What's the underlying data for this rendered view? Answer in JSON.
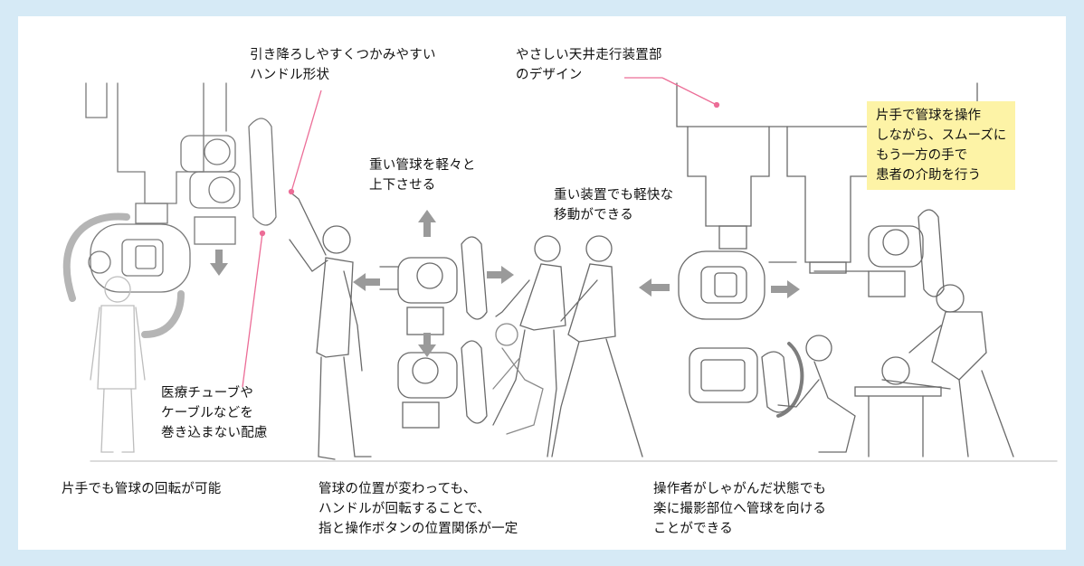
{
  "labels": {
    "handle_shape": "引き降ろしやすくつかみやすい\nハンドル形状",
    "ceiling_design": "やさしい天井走行装置部\nのデザイン",
    "heavy_tube": "重い管球を軽々と\n上下させる",
    "light_move": "重い装置でも軽快な\n移動ができる",
    "one_hand_note": "片手で管球を操作\nしながら、スムーズに\nもう一方の手で\n患者の介助を行う",
    "cable_care": "医療チューブや\nケーブルなどを\n巻き込まない配慮",
    "one_hand_rotate": "片手でも管球の回転が可能",
    "handle_rotate": "管球の位置が変わっても、\nハンドルが回転することで、\n指と操作ボタンの位置関係が一定",
    "crouch": "操作者がしゃがんだ状態でも\n楽に撮影部位へ管球を向ける\nことができる"
  },
  "colors": {
    "page_bg": "#d6eaf6",
    "panel_bg": "#ffffff",
    "note_bg": "#fdf3a6",
    "leader": "#ec6d97",
    "arrow": "#9a9a9a",
    "drawing": "#6a6a6a",
    "drawing_light": "#b9b9b9"
  }
}
